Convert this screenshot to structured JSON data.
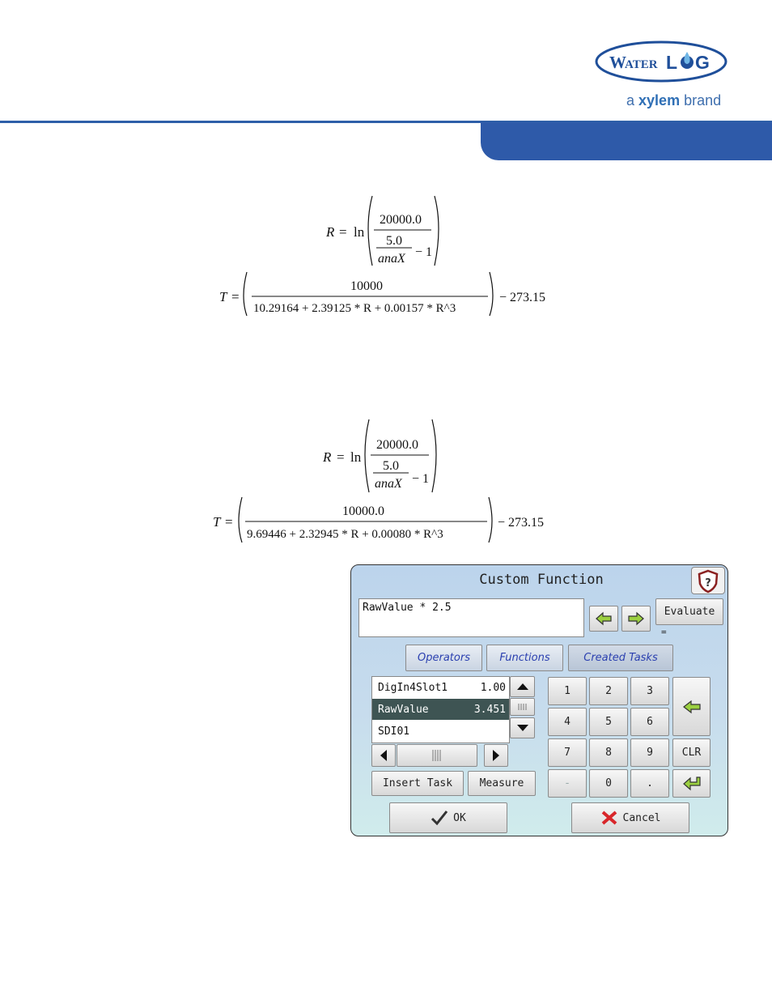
{
  "brand": {
    "logo_text": "WATERLOG",
    "tagline_a": "a",
    "tagline_brand": "xylem",
    "tagline_b": "brand"
  },
  "formula1": {
    "r_lhs": "R",
    "eq": "=",
    "ln": "ln",
    "num": "20000.0",
    "inner_num": "5.0",
    "inner_den": "anaX",
    "minus_one": "− 1",
    "t_lhs": "T",
    "t_num": "10000",
    "t_den": "10.29164 + 2.39125 * R + 0.00157 * R^3",
    "t_tail": "− 273.15"
  },
  "formula2": {
    "r_lhs": "R",
    "eq": "=",
    "ln": "ln",
    "num": "20000.0",
    "inner_num": "5.0",
    "inner_den": "anaX",
    "minus_one": "− 1",
    "t_lhs": "T",
    "t_num": "10000.0",
    "t_den": "9.69446 + 2.32945 * R + 0.00080 * R^3",
    "t_tail": "− 273.15"
  },
  "dialog": {
    "title": "Custom Function",
    "expression": "RawValue * 2.5",
    "evaluate_label": "Evaluate",
    "equals": "=",
    "tabs": [
      "Operators",
      "Functions",
      "Created Tasks"
    ],
    "list": [
      {
        "name": "DigIn4Slot1",
        "value": "1.00"
      },
      {
        "name": "RawValue",
        "value": "3.451"
      },
      {
        "name": "SDI01",
        "value": ""
      }
    ],
    "insert_task_label": "Insert Task",
    "measure_label": "Measure",
    "keypad": [
      "1",
      "2",
      "3",
      "4",
      "5",
      "6",
      "7",
      "8",
      "9",
      "-",
      "0",
      ".",
      "CLR"
    ],
    "ok_label": "OK",
    "cancel_label": "Cancel"
  }
}
